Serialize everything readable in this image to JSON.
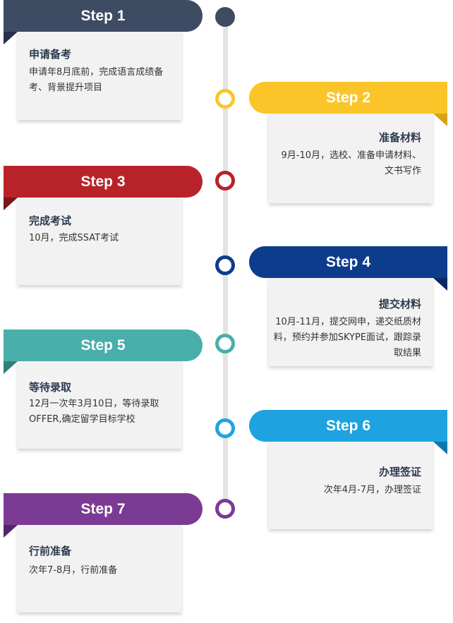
{
  "steps": [
    {
      "label": "Step 1",
      "title": "申请备考",
      "desc": "申请年8月底前，完成语言成绩备考、背景提升项目",
      "color": "#3d4b63",
      "fold": "#27324a"
    },
    {
      "label": "Step 2",
      "title": "准备材料",
      "desc": "9月-10月，选校、准备申请材料、文书写作",
      "color": "#fbc52a",
      "fold": "#d9a315"
    },
    {
      "label": "Step 3",
      "title": "完成考试",
      "desc": "10月，完成SSAT考试",
      "color": "#b8232a",
      "fold": "#7d1519"
    },
    {
      "label": "Step 4",
      "title": "提交材料",
      "desc": "10月-11月，提交网申，递交纸质材料，预约并参加SKYPE面试，跟踪录取结果",
      "color": "#0e3c8c",
      "fold": "#0a2962"
    },
    {
      "label": "Step 5",
      "title": "等待录取",
      "desc": "12月一次年3月10日，等待录取OFFER,确定留学目标学校",
      "color": "#4aaeaa",
      "fold": "#2f807d"
    },
    {
      "label": "Step 6",
      "title": "办理签证",
      "desc": "次年4月-7月，办理签证",
      "color": "#1ea3e0",
      "fold": "#1277a8"
    },
    {
      "label": "Step 7",
      "title": "行前准备",
      "desc": "次年7-8月，行前准备",
      "color": "#7b3b94",
      "fold": "#54256a"
    }
  ]
}
